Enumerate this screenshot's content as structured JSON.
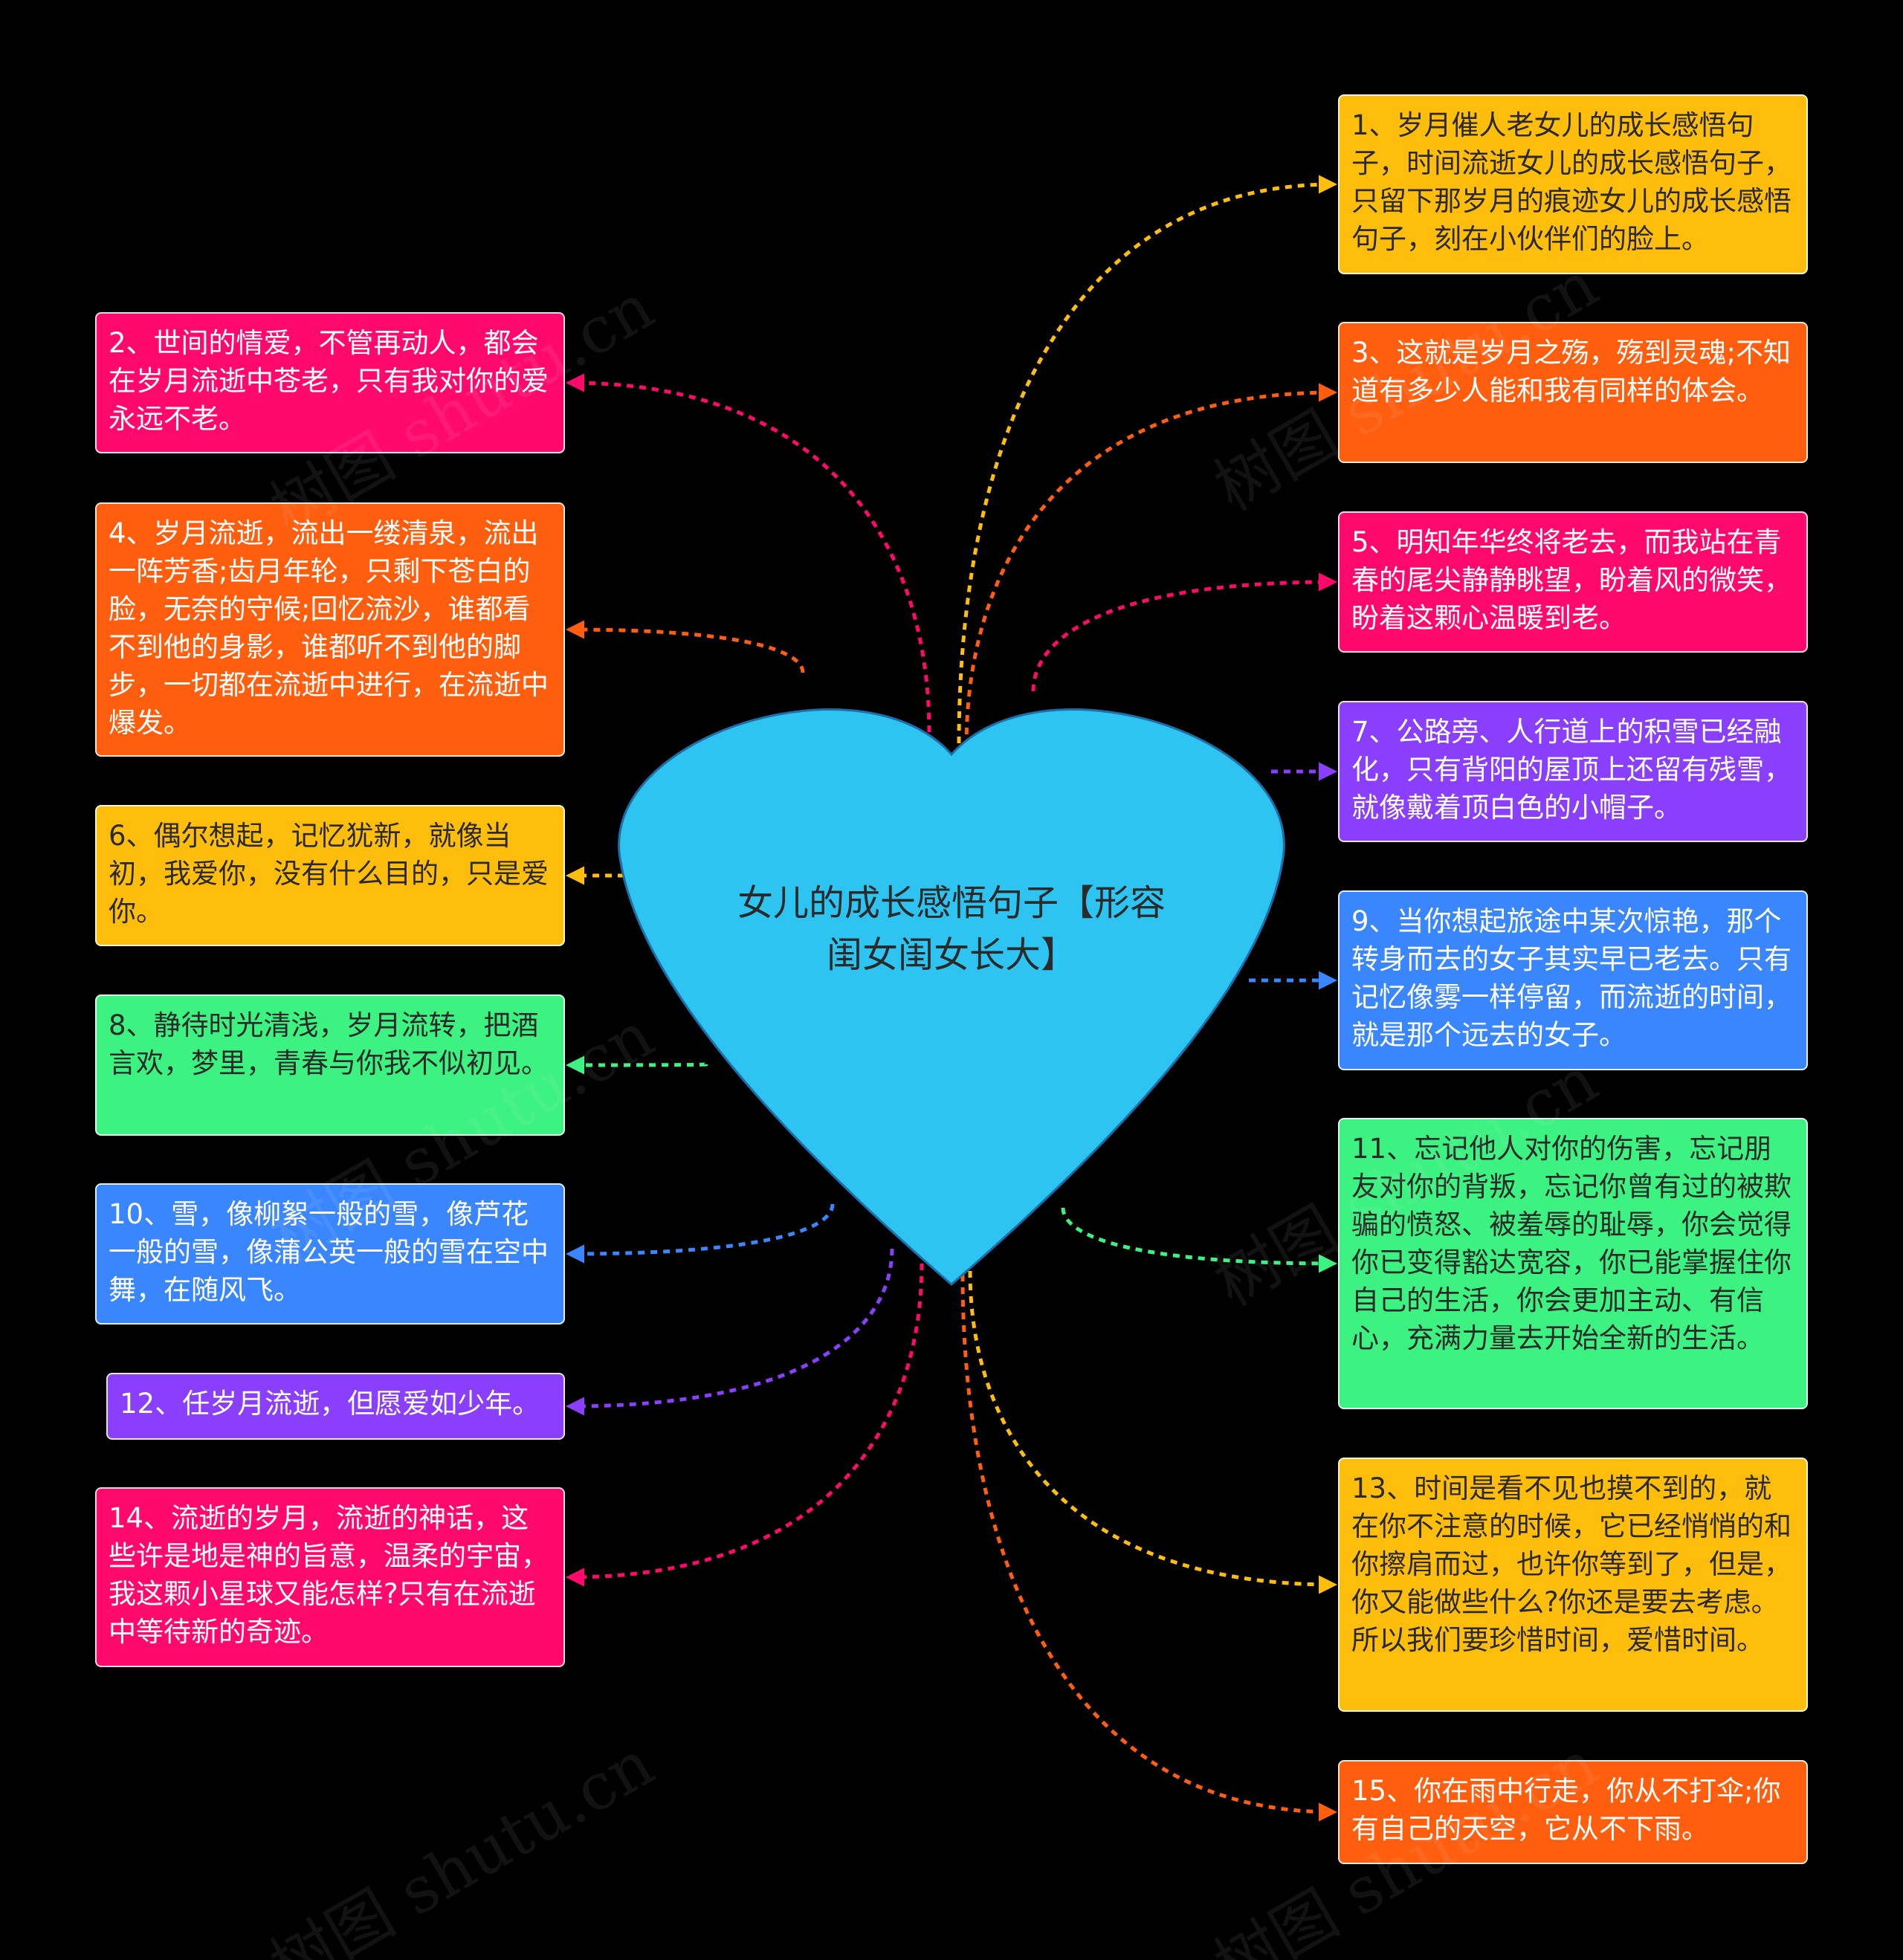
{
  "center": {
    "title": "女儿的成长感悟句子【形容闺女闺女长大】",
    "color": "#2EC4F1"
  },
  "watermark": "树图 shutu.cn",
  "nodes": [
    {
      "id": "n1",
      "color": "#FFBE0B",
      "text": "1、岁月催人老女儿的成长感悟句子，时间流逝女儿的成长感悟句子，只留下那岁月的痕迹女儿的成长感悟句子，刻在小伙伴们的脸上。"
    },
    {
      "id": "n2",
      "color": "#FF0A6C",
      "text": "2、世间的情爱，不管再动人，都会在岁月流逝中苍老，只有我对你的爱永远不老。"
    },
    {
      "id": "n3",
      "color": "#FF5E0E",
      "text": "3、这就是岁月之殇，殇到灵魂;不知道有多少人能和我有同样的体会。"
    },
    {
      "id": "n4",
      "color": "#FF5E0E",
      "text": "4、岁月流逝，流出一缕清泉，流出一阵芳香;齿月年轮，只剩下苍白的脸，无奈的守候;回忆流沙，谁都看不到他的身影，谁都听不到他的脚步，一切都在流逝中进行，在流逝中爆发。"
    },
    {
      "id": "n5",
      "color": "#FF0A6C",
      "text": "5、明知年华终将老去，而我站在青春的尾尖静静眺望，盼着风的微笑，盼着这颗心温暖到老。"
    },
    {
      "id": "n6",
      "color": "#FFBE0B",
      "text": "6、偶尔想起，记忆犹新，就像当初，我爱你，没有什么目的，只是爱你。"
    },
    {
      "id": "n7",
      "color": "#8A3FFC",
      "text": "7、公路旁、人行道上的积雪已经融化，只有背阳的屋顶上还留有残雪，就像戴着顶白色的小帽子。"
    },
    {
      "id": "n8",
      "color": "#3CF280",
      "text": "8、静待时光清浅，岁月流转，把酒言欢，梦里，青春与你我不似初见。"
    },
    {
      "id": "n9",
      "color": "#3A86FF",
      "text": "9、当你想起旅途中某次惊艳，那个转身而去的女子其实早已老去。只有记忆像雾一样停留，而流逝的时间，就是那个远去的女子。"
    },
    {
      "id": "n10",
      "color": "#3A86FF",
      "text": "10、雪，像柳絮一般的雪，像芦花一般的雪，像蒲公英一般的雪在空中舞，在随风飞。"
    },
    {
      "id": "n11",
      "color": "#3CF280",
      "text": "11、忘记他人对你的伤害，忘记朋友对你的背叛，忘记你曾有过的被欺骗的愤怒、被羞辱的耻辱，你会觉得你已变得豁达宽容，你已能掌握住你自己的生活，你会更加主动、有信心，充满力量去开始全新的生活。"
    },
    {
      "id": "n12",
      "color": "#8A3FFC",
      "text": "12、任岁月流逝，但愿爱如少年。"
    },
    {
      "id": "n13",
      "color": "#FFBE0B",
      "text": "13、时间是看不见也摸不到的，就在你不注意的时候，它已经悄悄的和你擦肩而过，也许你等到了，但是，你又能做些什么?你还是要去考虑。所以我们要珍惜时间，爱惜时间。"
    },
    {
      "id": "n14",
      "color": "#FF0A6C",
      "text": "14、流逝的岁月，流逝的神话，这些许是地是神的旨意，温柔的宇宙，我这颗小星球又能怎样?只有在流逝中等待新的奇迹。"
    },
    {
      "id": "n15",
      "color": "#FF5E0E",
      "text": "15、你在雨中行走，你从不打伞;你有自己的天空，它从不下雨。"
    }
  ]
}
